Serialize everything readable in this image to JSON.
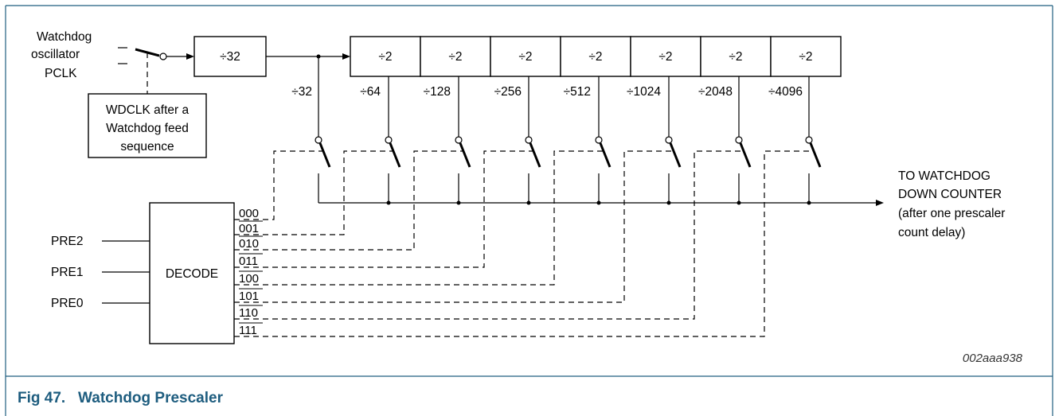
{
  "input": {
    "source_line1": "Watchdog",
    "source_line2": "oscillator",
    "source_line3": "PCLK",
    "note_line1": "WDCLK after a",
    "note_line2": "Watchdog feed",
    "note_line3": "sequence"
  },
  "prescaler": {
    "first_divider": "÷32",
    "stage_divider": "÷2",
    "taps": [
      "÷32",
      "÷64",
      "÷128",
      "÷256",
      "÷512",
      "÷1024",
      "÷2048",
      "÷4096"
    ]
  },
  "decoder": {
    "label": "DECODE",
    "inputs": [
      "PRE2",
      "PRE1",
      "PRE0"
    ],
    "codes": [
      "000",
      "001",
      "010",
      "011",
      "100",
      "101",
      "110",
      "111"
    ]
  },
  "output": {
    "line1": "TO WATCHDOG",
    "line2": "DOWN COUNTER",
    "line3": "(after one prescaler",
    "line4": "count delay)"
  },
  "figure_id": "002aaa938",
  "caption": "Fig 47.   Watchdog Prescaler",
  "colors": {
    "frame": "#1e5d7f",
    "caption": "#1e5d7f",
    "line": "#000000"
  }
}
